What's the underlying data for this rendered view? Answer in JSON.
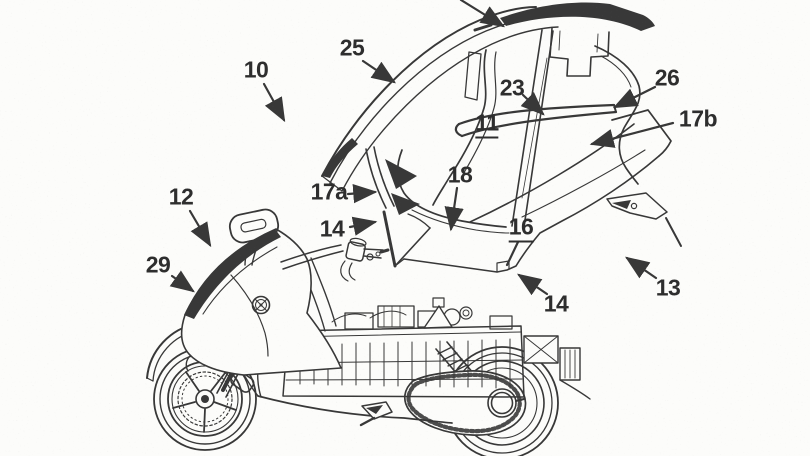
{
  "figure": {
    "kind": "patent line drawing",
    "subject": "scooter with detachable roof safety-cell module",
    "ink_color": "#383838",
    "paper_color": "#fcfcfa"
  },
  "labels": [
    {
      "text": "10",
      "underlined": false
    },
    {
      "text": "25",
      "underlined": false
    },
    {
      "text": "23",
      "underlined": false
    },
    {
      "text": "26",
      "underlined": false
    },
    {
      "text": "17b",
      "underlined": false
    },
    {
      "text": "11",
      "underlined": true
    },
    {
      "text": "17a",
      "underlined": false
    },
    {
      "text": "14",
      "underlined": false
    },
    {
      "text": "18",
      "underlined": false
    },
    {
      "text": "16",
      "underlined": true
    },
    {
      "text": "14",
      "underlined": false
    },
    {
      "text": "13",
      "underlined": false
    },
    {
      "text": "12",
      "underlined": false
    },
    {
      "text": "29",
      "underlined": false
    }
  ]
}
